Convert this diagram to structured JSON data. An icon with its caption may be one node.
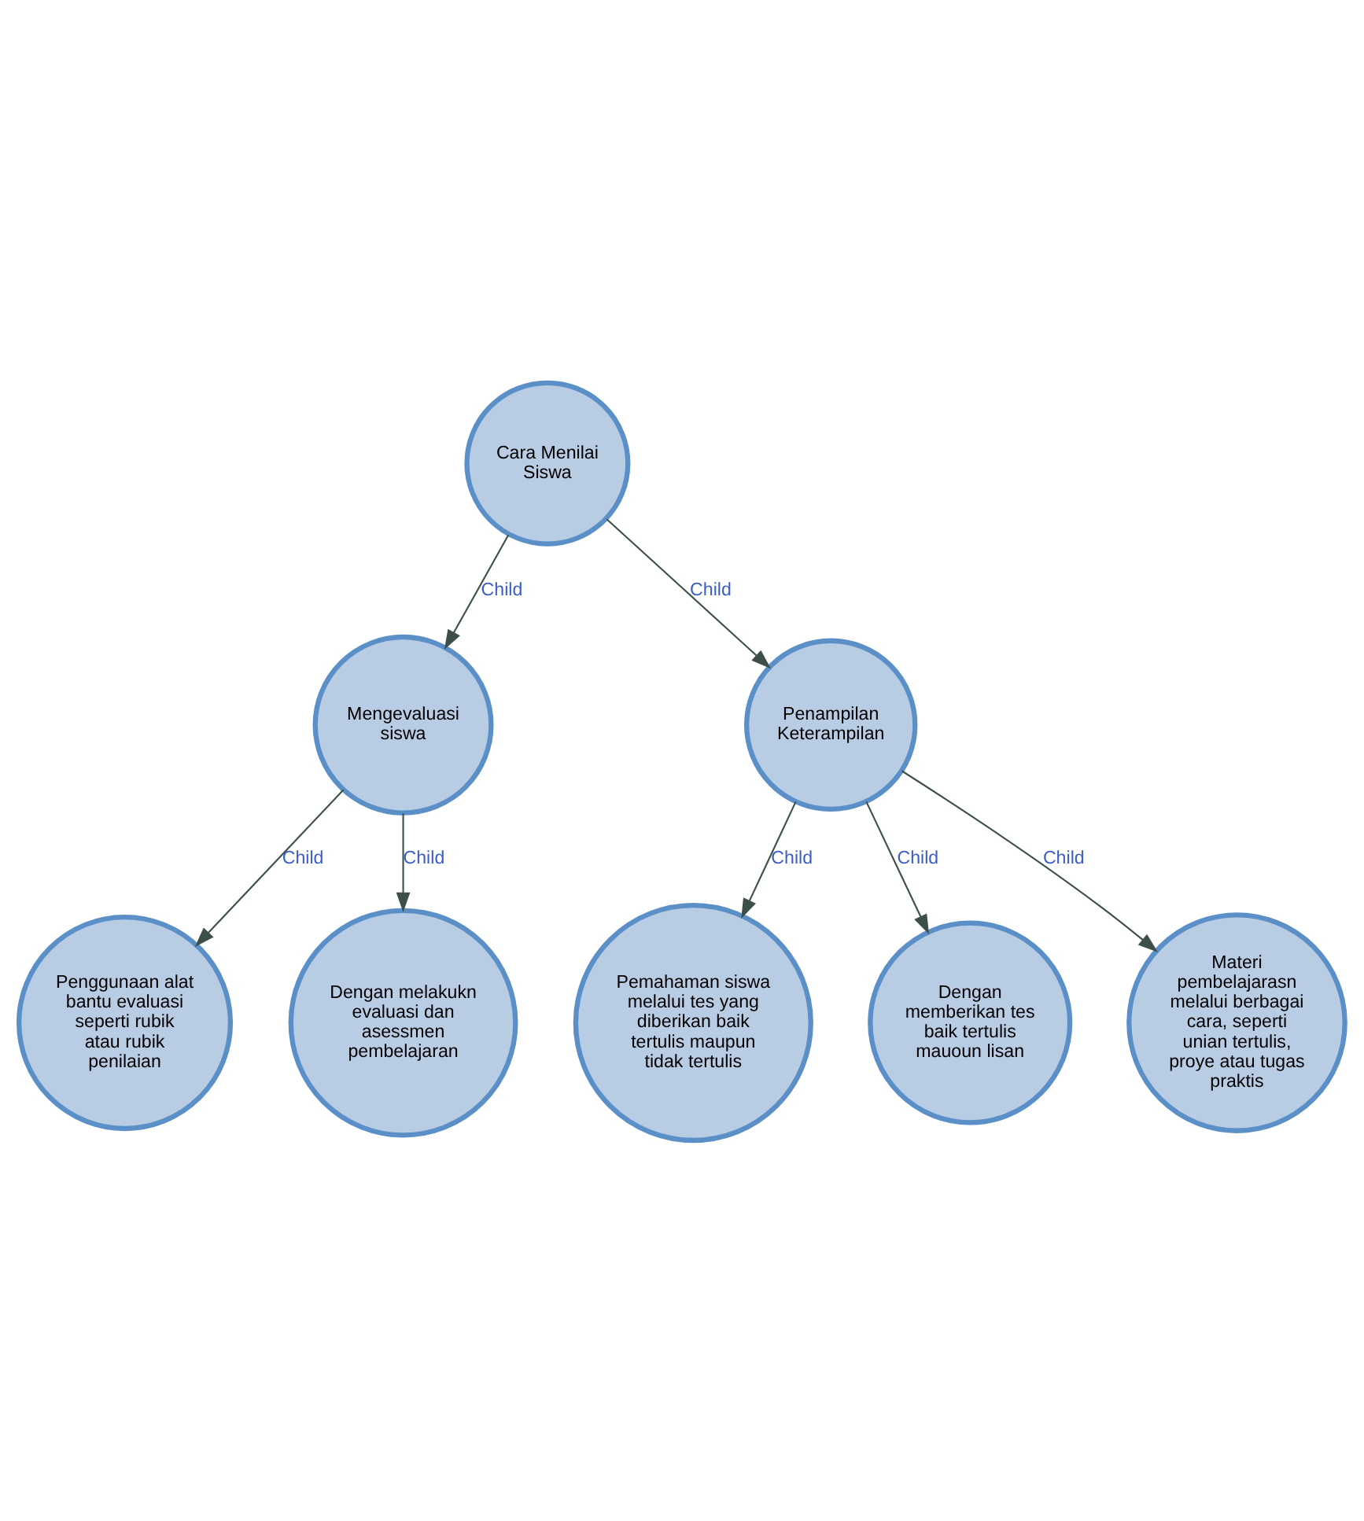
{
  "diagram": {
    "nodes": [
      {
        "text": [
          "Cara Menilai Siswa"
        ]
      },
      {
        "text": [
          "Mengevaluasi siswa"
        ]
      },
      {
        "text": [
          "Penggunaan alat bantu evaluasi seperti rubik atau rubik penilaian"
        ]
      },
      {
        "text": [
          "Dengan melakukn evaluasi dan asessmen pembelajaran"
        ]
      },
      {
        "text": [
          "Penampilan Keterampilan"
        ]
      },
      {
        "text": [
          "Pemahaman siswa melalui tes yang diberikan baik tertulis maupun tidak tertulis"
        ]
      },
      {
        "text": [
          "Dengan memberikan tes baik tertulis mauoun lisan"
        ]
      },
      {
        "text": [
          "Materi pembelajarasn melalui berbagai cara, seperti unian tertulis, proye atau tugas praktis"
        ]
      }
    ],
    "edges": [
      {
        "from": 0,
        "to": 1,
        "label": "Child",
        "arrow": "to"
      },
      {
        "from": 1,
        "to": 2,
        "label": "Child",
        "arrow": "to"
      },
      {
        "from": 1,
        "to": 3,
        "label": "Child",
        "arrow": "to"
      },
      {
        "from": 0,
        "to": 4,
        "label": "Child",
        "arrow": "to"
      },
      {
        "from": 4,
        "to": 5,
        "label": "Child",
        "arrow": "to"
      },
      {
        "from": 4,
        "to": 6,
        "label": "Child",
        "arrow": "to"
      },
      {
        "from": 4,
        "to": 7,
        "label": "Child",
        "arrow": "to"
      }
    ]
  }
}
